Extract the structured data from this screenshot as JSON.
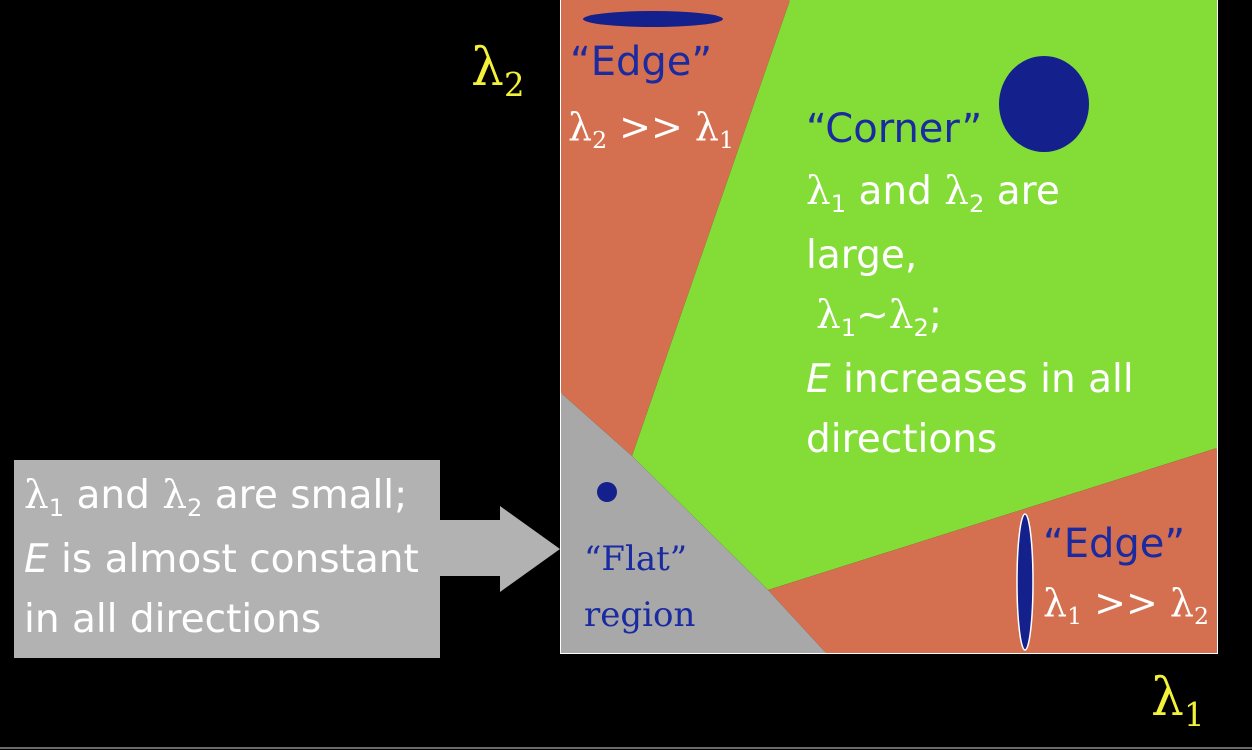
{
  "axes": {
    "y_label": "λ",
    "y_sub": "2",
    "x_label": "λ",
    "x_sub": "1"
  },
  "edge_top": {
    "title": "“Edge”",
    "rel_a": "λ",
    "rel_a_sub": "2",
    "rel_op": " >> ",
    "rel_b": "λ",
    "rel_b_sub": "1"
  },
  "corner": {
    "title": "“Corner”",
    "line1_a": "λ",
    "line1_a_sub": "1",
    "line1_mid": " and ",
    "line1_b": "λ",
    "line1_b_sub": "2",
    "line1_end": " are",
    "line2": "large,",
    "line3_a": "λ",
    "line3_a_sub": "1",
    "line3_op": "~",
    "line3_b": "λ",
    "line3_b_sub": "2",
    "line3_end": ";",
    "line4_italic": "E",
    "line4_rest": " increases in all",
    "line5": "directions"
  },
  "edge_bottom": {
    "title": "“Edge”",
    "rel_a": "λ",
    "rel_a_sub": "1",
    "rel_op": " >> ",
    "rel_b": "λ",
    "rel_b_sub": "2"
  },
  "flat": {
    "title": "“Flat”",
    "subtitle": "region"
  },
  "flat_note": {
    "line1_a": "λ",
    "line1_a_sub": "1",
    "line1_mid": " and ",
    "line1_b": "λ",
    "line1_b_sub": "2",
    "line1_end": " are small;",
    "line2_italic": "E",
    "line2_rest": " is almost constant",
    "line3": "in all directions"
  },
  "colors": {
    "background": "#000000",
    "edge_region": "#d4704f",
    "corner_region": "#84dc37",
    "flat_region": "#a8a8a8",
    "shape_fill": "#14208c",
    "axis_text": "#f2f23a",
    "note_box": "#b2b2b2",
    "arrow": "#b2b2b2"
  }
}
